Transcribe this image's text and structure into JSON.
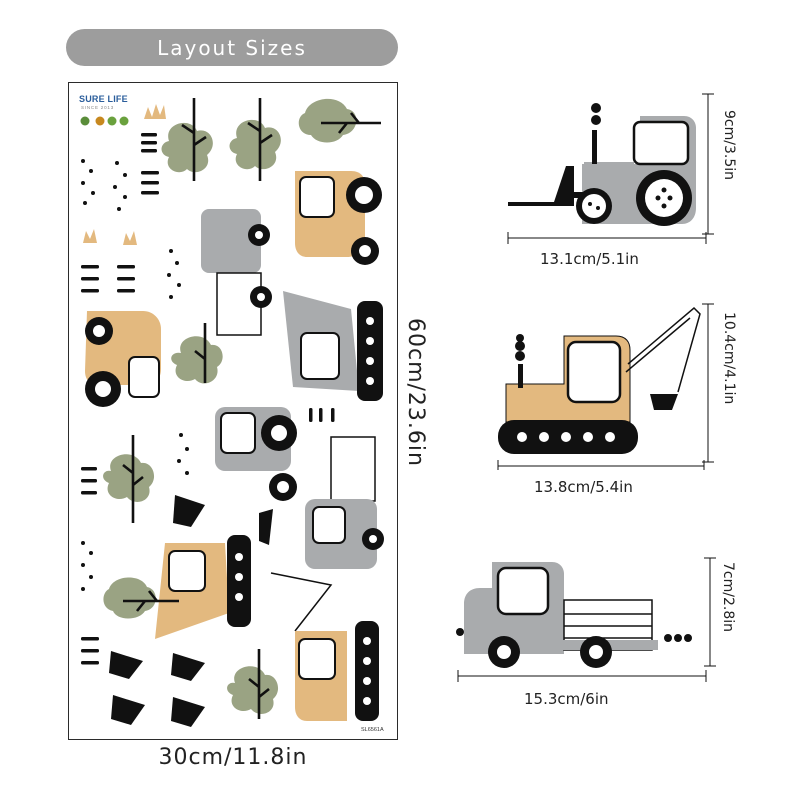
{
  "header": {
    "title": "Layout Sizes"
  },
  "sheet": {
    "brand": "SURE LIFE",
    "brand_sub": "SINCE 2013",
    "product_code": "SL6561A",
    "width_label": "30cm/11.8in",
    "height_label": "60cm/23.6in"
  },
  "items": [
    {
      "name": "bulldozer",
      "width_label": "13.1cm/5.1in",
      "height_label": "9cm/3.5in"
    },
    {
      "name": "excavator",
      "width_label": "13.8cm/5.4in",
      "height_label": "10.4cm/4.1in"
    },
    {
      "name": "truck",
      "width_label": "15.3cm/6in",
      "height_label": "7cm/2.8in"
    }
  ],
  "colors": {
    "gray": "#a9abad",
    "tan": "#e3b97f",
    "green": "#9aa383",
    "black": "#111111",
    "pill": "#9d9d9d"
  }
}
